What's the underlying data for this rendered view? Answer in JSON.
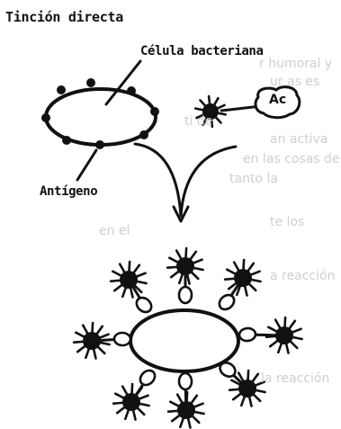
{
  "figure": {
    "title": "Tinción directa",
    "cell_label": "Célula bacteriana",
    "antigen_label": "Antígeno",
    "antibody_label": "Ac",
    "bleed_through": [
      "r humoral y",
      "ur as es",
      "ti de",
      "an  activa",
      "en las cosas de",
      "tanto la",
      "en el",
      "te los",
      "a reacción",
      "la reacción"
    ]
  },
  "colors": {
    "ink": "#111111",
    "background": "#ffffff",
    "bleed_through": "#cfcfcf"
  }
}
